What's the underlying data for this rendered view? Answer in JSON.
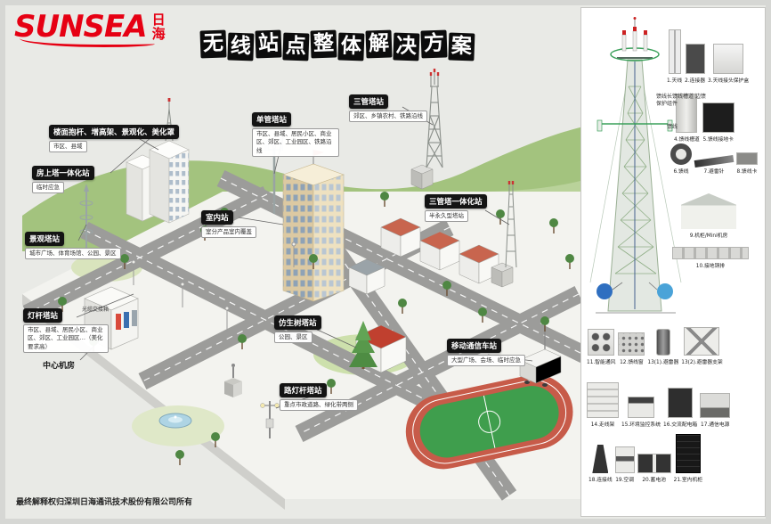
{
  "page": {
    "footer": "最终解释权归深圳日海通讯技术股份有限公司所有"
  },
  "logo": {
    "brand": "SUNSEA",
    "cjk": "日海"
  },
  "title": {
    "chars": [
      "无",
      "线",
      "站",
      "点",
      "整",
      "体",
      "解",
      "决",
      "方",
      "案"
    ]
  },
  "callouts": [
    {
      "title": "楼面抱杆、增高架、景观化、美化罩",
      "desc": "市区、县域"
    },
    {
      "title": "房上塔一体化站",
      "desc": "临时应急"
    },
    {
      "title": "景观塔站",
      "desc": "城市广场、体育场馆、公园、景区"
    },
    {
      "title": "灯杆塔站",
      "desc": "市区、县域、居民小区、商业区、郊区、工业园区…（美化要求高）"
    },
    {
      "title": "光缆交接箱",
      "desc": ""
    },
    {
      "title": "中心机房",
      "desc": ""
    },
    {
      "title": "室内站",
      "desc": "室分产品室内覆盖"
    },
    {
      "title": "单管塔站",
      "desc": "市区、县域、居民小区、商业区、郊区、工业园区、铁路沿线"
    },
    {
      "title": "三管塔站",
      "desc": "郊区、乡镇农村、铁路沿线"
    },
    {
      "title": "三管塔一体化站",
      "desc": "半永久型塔站"
    },
    {
      "title": "仿生树塔站",
      "desc": "公园、景区"
    },
    {
      "title": "移动通信车站",
      "desc": "大型广场、会场、临时应急"
    },
    {
      "title": "路灯杆塔站",
      "desc": "重点市政道路、绿化带两侧"
    }
  ],
  "sidebar": {
    "tower_labels": [
      "馈线长馈线槽道 边馈保护组件",
      "馈线"
    ],
    "products": [
      {
        "label": "1.天线"
      },
      {
        "label": "2.连接器"
      },
      {
        "label": "3.天线接头保护盒"
      },
      {
        "label": "4.馈线槽道"
      },
      {
        "label": "5.馈线接地卡"
      },
      {
        "label": "6.馈线"
      },
      {
        "label": "7.避雷针"
      },
      {
        "label": "8.馈线卡"
      },
      {
        "label": "9.机柜/Mini机房"
      },
      {
        "label": "10.接地铜排"
      },
      {
        "label": "11.智能通风"
      },
      {
        "label": "12.馈线窗"
      },
      {
        "label": "13(1).避雷器"
      },
      {
        "label": "13(2).避雷器支架"
      },
      {
        "label": "14.走线架"
      },
      {
        "label": "15.环境监控系统"
      },
      {
        "label": "16.交流配电箱"
      },
      {
        "label": "17.通信电源"
      },
      {
        "label": "18.连接线"
      },
      {
        "label": "19.空调"
      },
      {
        "label": "20.蓄电池"
      },
      {
        "label": "21.室内机柜"
      }
    ]
  }
}
